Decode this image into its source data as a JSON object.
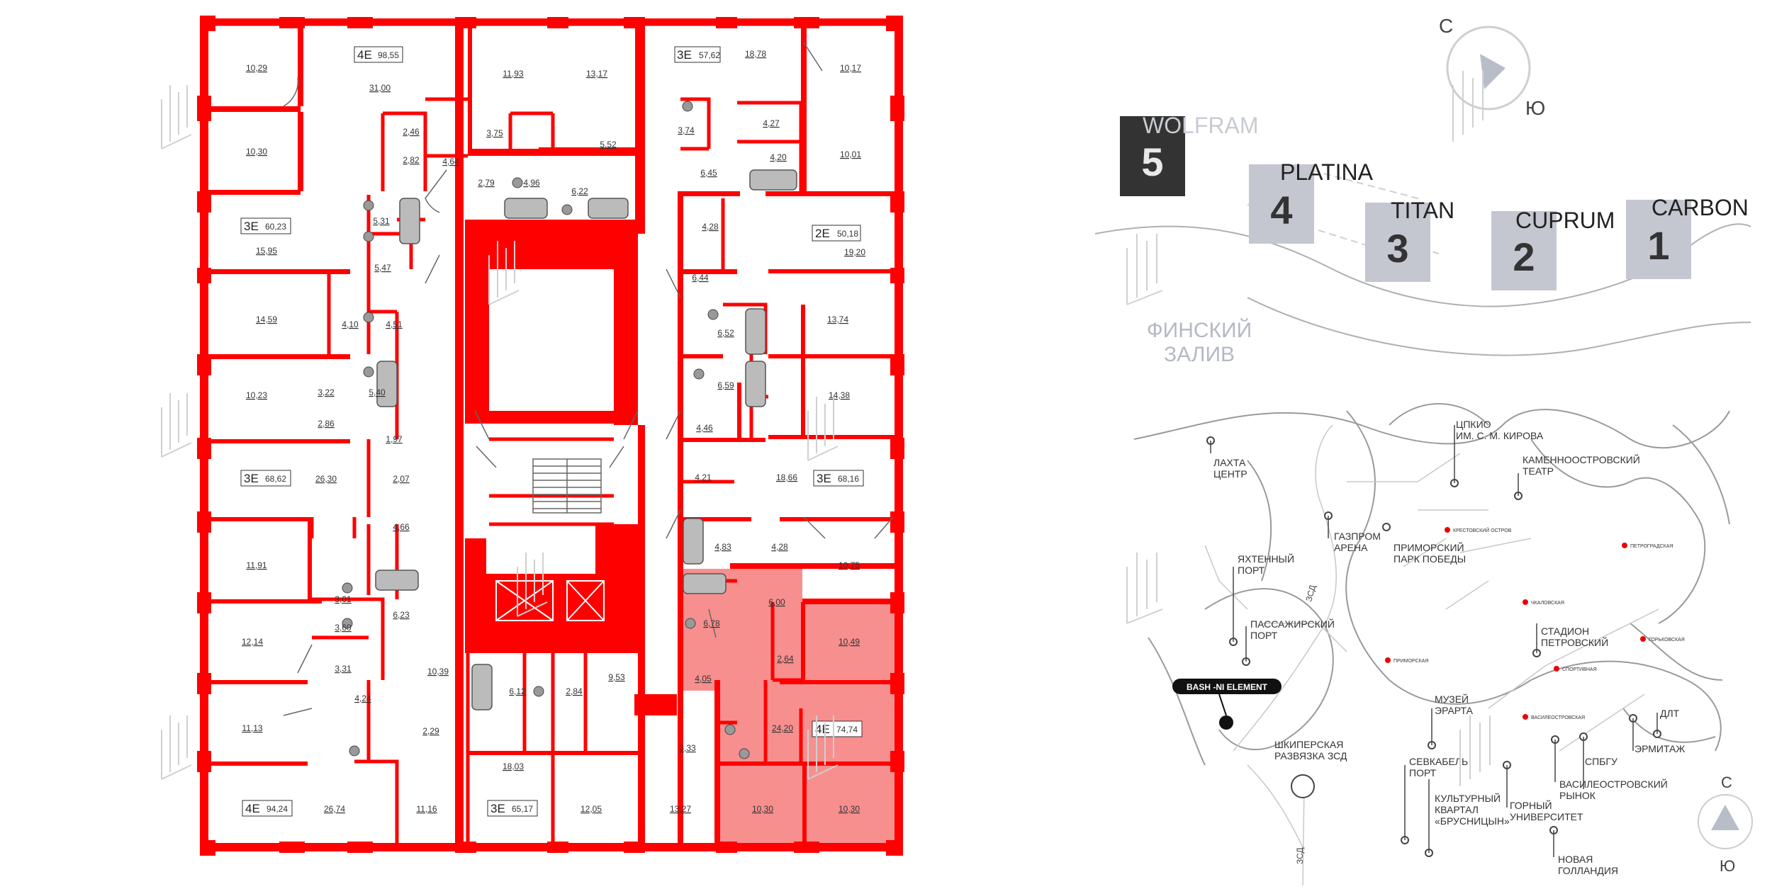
{
  "floor_plan": {
    "selected_apartment": {
      "type": "4E",
      "area": "74,74"
    },
    "apartment_labels": [
      {
        "type": "4E",
        "area": "98,55"
      },
      {
        "type": "3E",
        "area": "57,62"
      },
      {
        "type": "3E",
        "area": "60,23"
      },
      {
        "type": "2E",
        "area": "50,18"
      },
      {
        "type": "3E",
        "area": "68,62"
      },
      {
        "type": "3E",
        "area": "68,16"
      },
      {
        "type": "4E",
        "area": "74,74"
      },
      {
        "type": "4E",
        "area": "94,24"
      },
      {
        "type": "3E",
        "area": "65,17"
      }
    ],
    "room_areas": [
      "10,29",
      "31,00",
      "11,93",
      "13,17",
      "18,78",
      "10,17",
      "2,46",
      "3,75",
      "5,52",
      "3,74",
      "4,27",
      "10,30",
      "2,82",
      "4,64",
      "2,79",
      "4,96",
      "6,22",
      "6,45",
      "4,20",
      "10,01",
      "5,31",
      "15,95",
      "5,47",
      "4,28",
      "19,20",
      "6,44",
      "14,59",
      "4,10",
      "4,51",
      "6,52",
      "13,74",
      "10,23",
      "3,22",
      "5,40",
      "6,59",
      "2,86",
      "1,97",
      "4,46",
      "14,38",
      "26,30",
      "2,07",
      "4,21",
      "18,66",
      "4,66",
      "11,91",
      "4,83",
      "4,28",
      "10,75",
      "3,01",
      "6,23",
      "6,00",
      "6,78",
      "10,49",
      "12,14",
      "3,60",
      "2,64",
      "3,31",
      "10,39",
      "6,12",
      "2,84",
      "9,53",
      "4,05",
      "4,24",
      "11,13",
      "2,29",
      "24,20",
      "3,33",
      "18,03",
      "26,74",
      "11,16",
      "12,05",
      "13,27",
      "10,30",
      "10,30"
    ]
  },
  "site_plan": {
    "compass": {
      "north": "С",
      "south": "Ю"
    },
    "buildings": [
      {
        "name": "WOLFRAM",
        "number": "5"
      },
      {
        "name": "PLATINA",
        "number": "4"
      },
      {
        "name": "TITAN",
        "number": "3"
      },
      {
        "name": "CUPRUM",
        "number": "2"
      },
      {
        "name": "CARBON",
        "number": "1"
      }
    ],
    "water_label": [
      "ФИНСКИЙ",
      "ЗАЛИВ"
    ]
  },
  "city_map": {
    "project_badge": "BASH ‑NI ELEMENT",
    "road_labels": [
      "ЗСД",
      "ЗСД"
    ],
    "pois": [
      [
        "ЦПКИО",
        "ИМ. С. М. КИРОВА"
      ],
      [
        "ЛАХТА",
        "ЦЕНТР"
      ],
      [
        "КАМЕННООСТРОВСКИЙ",
        "ТЕАТР"
      ],
      [
        "ГАЗПРОМ",
        "АРЕНА"
      ],
      [
        "ПРИМОРСКИЙ",
        "ПАРК ПОБЕДЫ"
      ],
      [
        "ЯХТЕННЫЙ",
        "ПОРТ"
      ],
      [
        "ПАССАЖИРСКИЙ",
        "ПОРТ"
      ],
      [
        "СТАДИОН",
        "ПЕТРОВСКИЙ"
      ],
      [
        "МУЗЕЙ",
        "ЭРАРТА"
      ],
      [
        "ДЛТ"
      ],
      [
        "ШКИПЕРСКАЯ",
        "РАЗВЯЗКА ЗСД"
      ],
      [
        "СЕВКАБЕЛЬ",
        "ПОРТ"
      ],
      [
        "СПБГУ"
      ],
      [
        "ЭРМИТАЖ"
      ],
      [
        "ВАСИЛЕОСТРОВСКИЙ",
        "РЫНОК"
      ],
      [
        "КУЛЬТУРНЫЙ",
        "КВАРТАЛ",
        "«БРУСНИЦЫН»"
      ],
      [
        "ГОРНЫЙ",
        "УНИВЕРСИТЕТ"
      ],
      [
        "НОВАЯ",
        "ГОЛЛАНДИЯ"
      ]
    ],
    "districts": [
      "КРЕСТОВСКИЙ ОСТРОВ",
      "ПЕТРОГРАДСКАЯ",
      "ЧКАЛОВСКАЯ",
      "ГОРЬКОВСКАЯ",
      "ПРИМОРСКАЯ",
      "СПОРТИВНАЯ",
      "ВАСИЛЕОСТРОВСКАЯ"
    ],
    "compass": {
      "north": "С",
      "south": "Ю"
    }
  },
  "colors": {
    "wall": "#ff0000",
    "highlight": "#f78f8f",
    "building_active": "#333333",
    "building_inactive": "#c4c7cf"
  }
}
